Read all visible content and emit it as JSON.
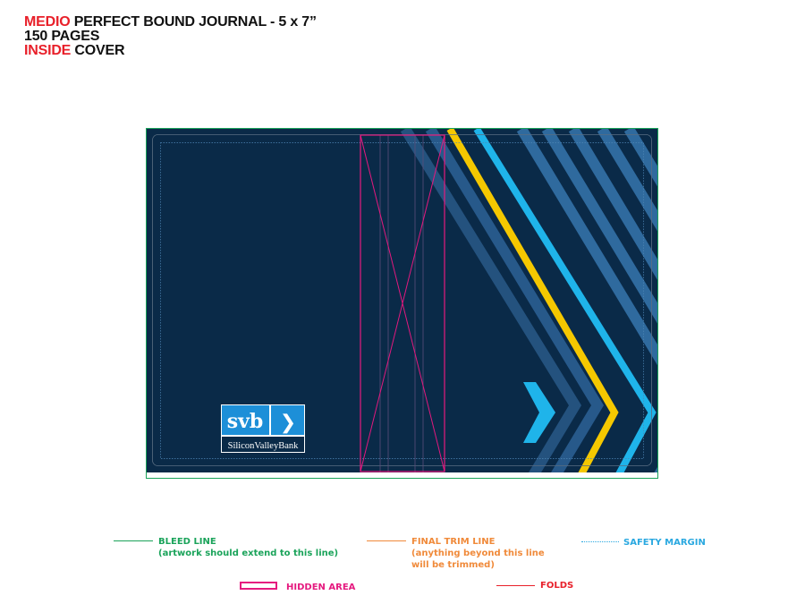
{
  "title": {
    "line1_highlight": "MEDIO",
    "line1_rest": " PERFECT BOUND JOURNAL - 5 x 7”",
    "line2": "150 PAGES",
    "line3_highlight": "INSIDE",
    "line3_rest": " COVER"
  },
  "logo": {
    "mark_text": "svb",
    "chevron_glyph": "❯",
    "wordmark": "SiliconValleyBank"
  },
  "legend": {
    "bleed": {
      "label": "BLEED LINE",
      "note": "(artwork should extend to this line)"
    },
    "trim": {
      "label": "FINAL TRIM LINE",
      "note1": "(anything beyond this line",
      "note2": "will be trimmed)"
    },
    "safety": {
      "label": "SAFETY MARGIN"
    },
    "hidden": {
      "label": "HIDDEN AREA"
    },
    "folds": {
      "label": "FOLDS"
    }
  },
  "colors": {
    "cover_bg": "#0a2a48",
    "bleed": "#1aa35a",
    "trim": "#f08a3a",
    "safety": "#2aa8e0",
    "hidden": "#e5197f",
    "folds": "#e8202a",
    "stripe_yellow": "#f5c800",
    "stripe_cyan": "#1fb4ea",
    "stripe_blue": "#2f6a9e",
    "logo_blue": "#1d8fd8"
  }
}
